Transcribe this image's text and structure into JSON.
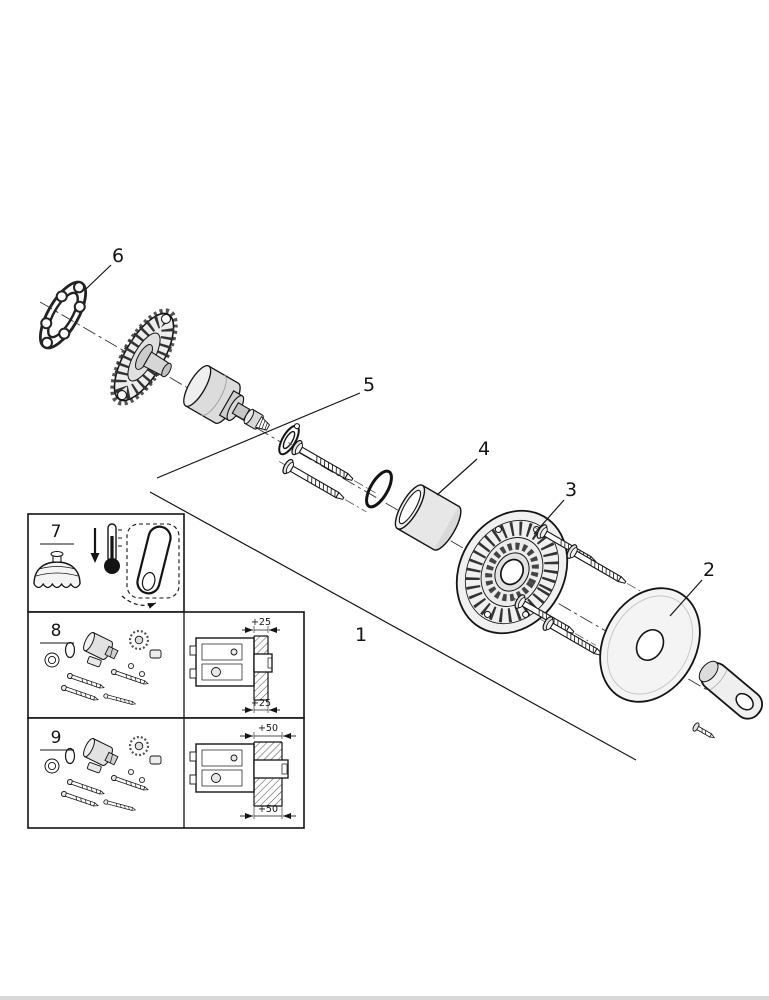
{
  "page": {
    "background": "#ffffff",
    "bottom_strip_color": "#d9d9d9"
  },
  "colors": {
    "line": "#141414",
    "metal_light": "#efefef",
    "metal_mid": "#dcdcdc",
    "metal_dark": "#c6c6c6",
    "hatch": "#555555"
  },
  "exploded_view": {
    "type": "exploded-parts-diagram",
    "callouts": {
      "part1": "1",
      "part2": "2",
      "part3": "3",
      "part4": "4",
      "part5": "5",
      "part6": "6"
    }
  },
  "insets": {
    "box7": {
      "number": "7",
      "icons": [
        "down-arrow",
        "thermometer",
        "dashed-handle-outline",
        "lever-handle",
        "packing-ring"
      ]
    },
    "box8": {
      "number": "8",
      "dim_top": "+25",
      "dim_bottom": "+25"
    },
    "box9": {
      "number": "9",
      "dim_top": "+50",
      "dim_bottom": "+50"
    }
  }
}
